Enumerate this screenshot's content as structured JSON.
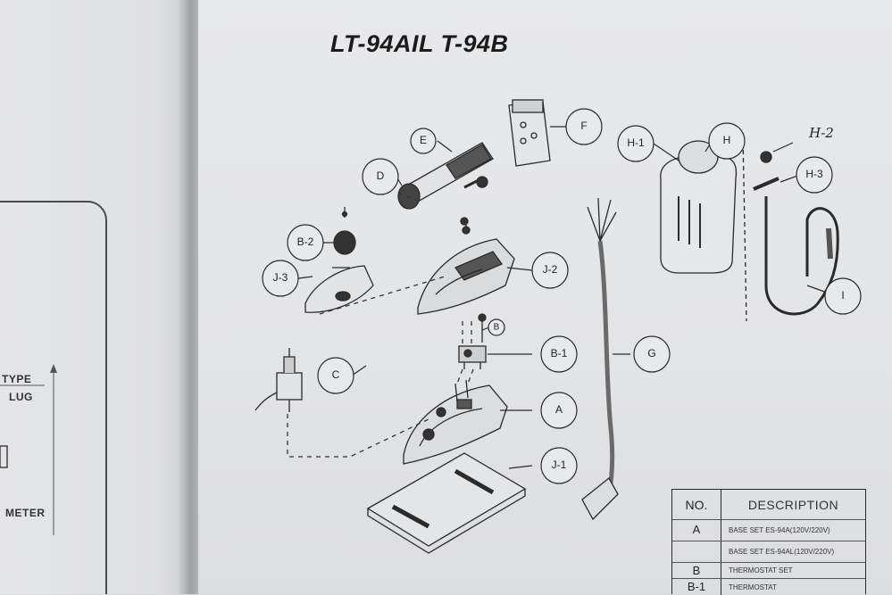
{
  "title": "LT-94AIL T-94B",
  "left_page": {
    "label_type": "TYPE",
    "label_plug": "LUG",
    "label_meter": "METER"
  },
  "callouts": {
    "a": "A",
    "b": "B",
    "b1": "B-1",
    "b2": "B-2",
    "c": "C",
    "d": "D",
    "e": "E",
    "f": "F",
    "g": "G",
    "h": "H",
    "h1": "H-1",
    "h2": "H-2",
    "h3": "H-3",
    "i": "I",
    "j1": "J-1",
    "j2": "J-2",
    "j3": "J-3"
  },
  "table": {
    "col_no": "NO.",
    "col_desc": "DESCRIPTION",
    "rows": [
      {
        "no": "A",
        "desc": "BASE SET ES-94A(120V/220V)"
      },
      {
        "no": "",
        "desc": "BASE SET ES-94AL(120V/220V)"
      },
      {
        "no": "B",
        "desc": "THERMOSTAT SET"
      },
      {
        "no": "B-1",
        "desc": "THERMOSTAT"
      }
    ]
  },
  "colors": {
    "ink": "#2a2a2a",
    "paper": "#e6e7e9"
  }
}
